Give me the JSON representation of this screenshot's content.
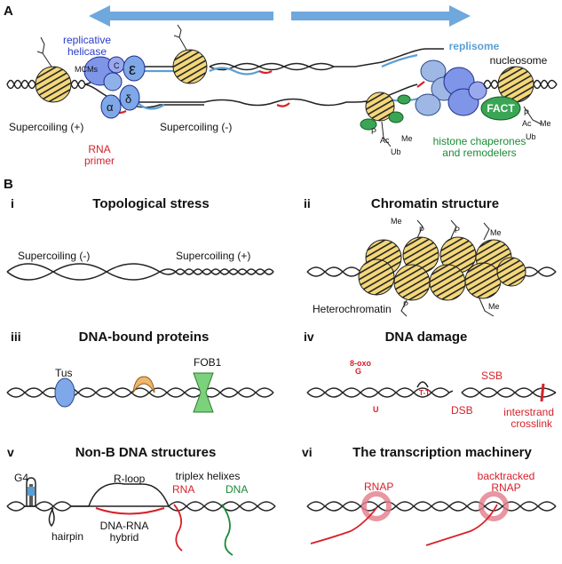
{
  "panelA": {
    "letter": "A",
    "replicative_helicase_line1": "replicative",
    "replicative_helicase_line2": "helicase",
    "replisome": "replisome",
    "nucleosome": "nucleosome",
    "supercoiling_pos": "Supercoiling (+)",
    "supercoiling_neg": "Supercoiling (-)",
    "rna_primer_line1": "RNA",
    "rna_primer_line2": "primer",
    "histone_chap_line1": "histone chaperones",
    "histone_chap_line2": "and remodelers",
    "fact": "FACT",
    "mcm": "MCMs",
    "cdc": "C",
    "epsilon": "ε",
    "alpha": "α",
    "delta": "δ",
    "mark_p": "P",
    "mark_ac": "Ac",
    "mark_me": "Me",
    "mark_ub": "Ub",
    "colors": {
      "arrow": "#6fa8dc",
      "nucleosome": "#f3d77a",
      "helicase": "#7f95e8",
      "replisome": "#9fb7e4",
      "chaperone": "#3aa655",
      "rna": "#d8202a"
    }
  },
  "panelB": {
    "letter": "B",
    "i": {
      "num": "i",
      "title": "Topological stress",
      "neg": "Supercoiling (-)",
      "pos": "Supercoiling (+)"
    },
    "ii": {
      "num": "ii",
      "title": "Chromatin structure",
      "heterochromatin": "Heterochromatin",
      "me": "Me",
      "p": "P"
    },
    "iii": {
      "num": "iii",
      "title": "DNA-bound proteins",
      "tus": "Tus",
      "fob1": "FOB1"
    },
    "iv": {
      "num": "iv",
      "title": "DNA damage",
      "oxo_line1": "8-oxo",
      "oxo_line2": "G",
      "u": "U",
      "tt": "T-T",
      "ssb": "SSB",
      "dsb": "DSB",
      "interstrand_line1": "interstrand",
      "interstrand_line2": "crosslink"
    },
    "v": {
      "num": "v",
      "title": "Non-B DNA structures",
      "g4": "G4",
      "hairpin": "hairpin",
      "rloop": "R-loop",
      "hybrid_line1": "DNA-RNA",
      "hybrid_line2": "hybrid",
      "triplex": "triplex helixes",
      "rna": "RNA",
      "dna": "DNA"
    },
    "vi": {
      "num": "vi",
      "title": "The transcription machinery",
      "rnap": "RNAP",
      "back_line1": "backtracked",
      "back_line2": "RNAP"
    }
  }
}
